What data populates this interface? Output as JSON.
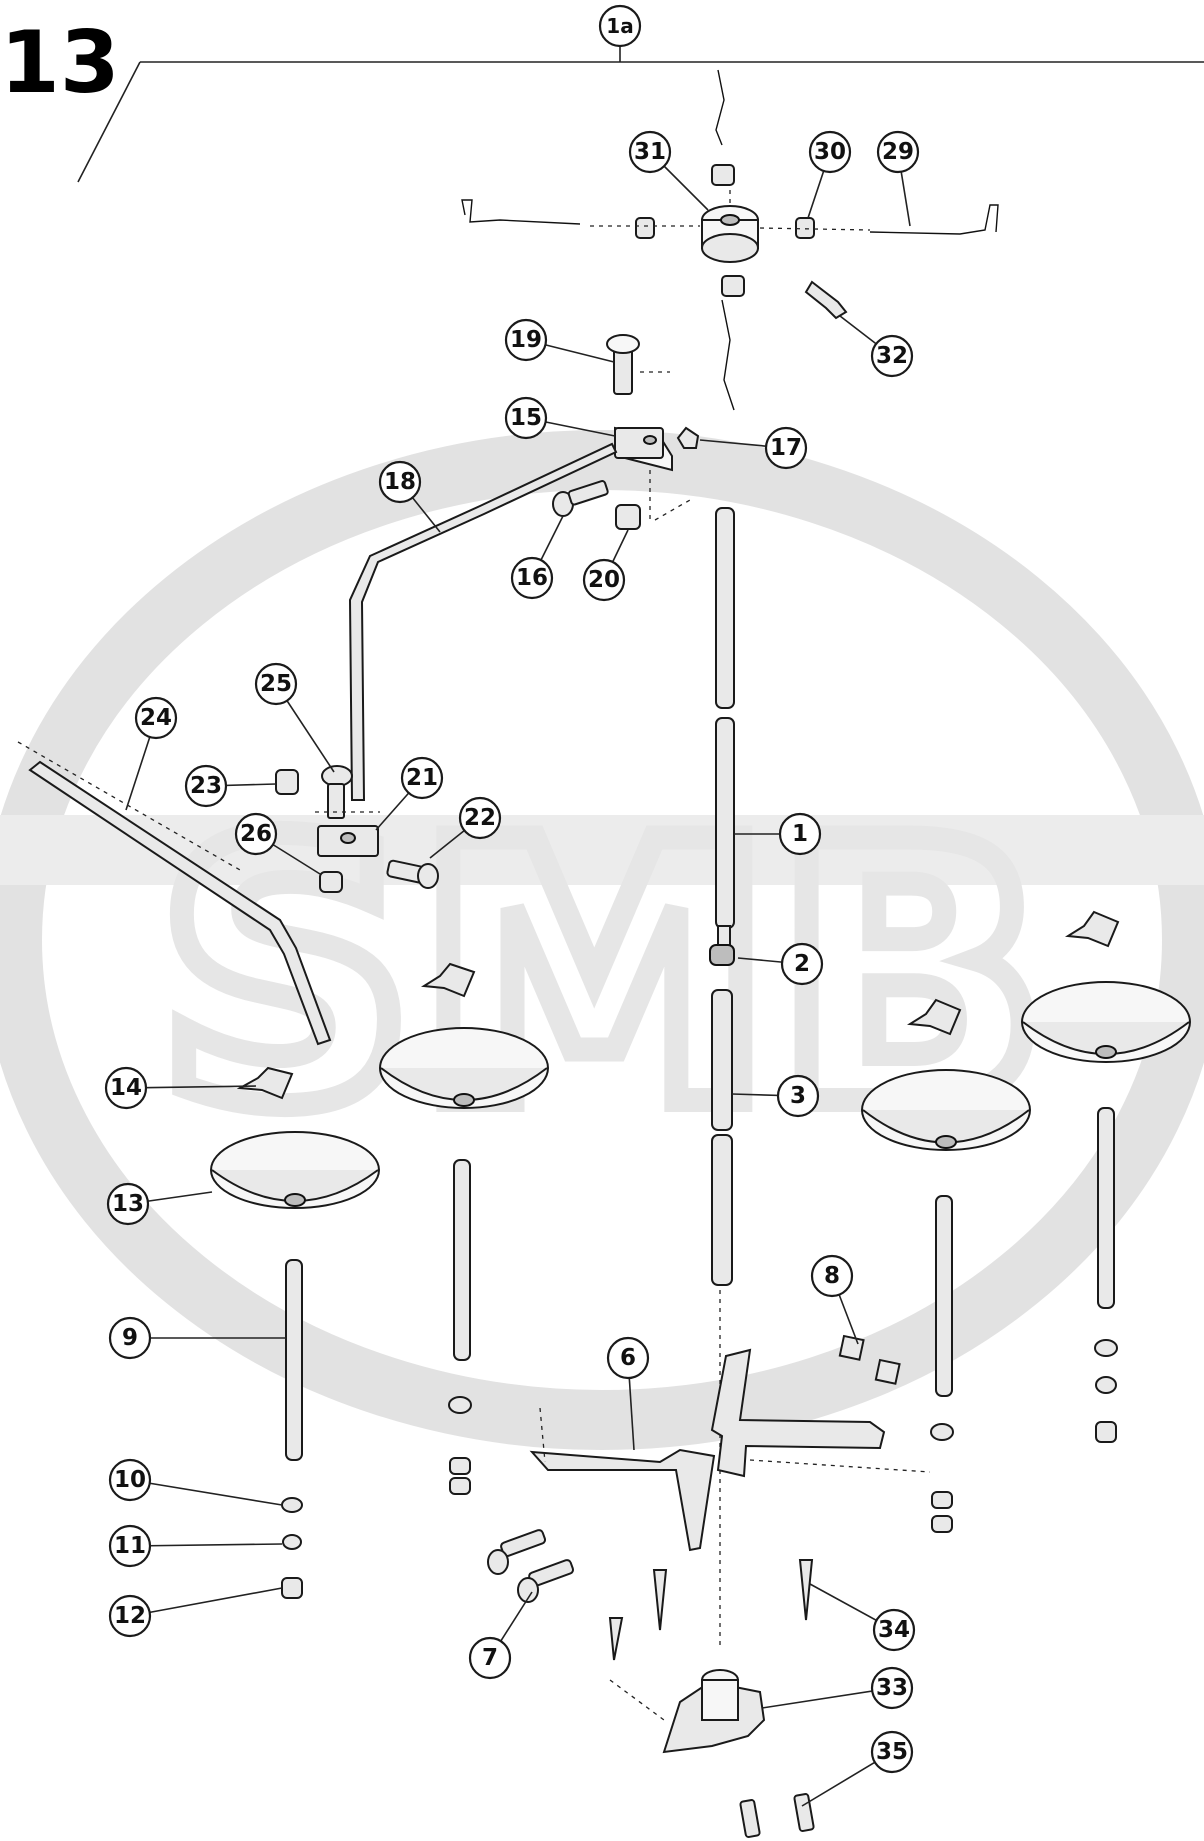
{
  "figure": {
    "page_number": "13",
    "assembly_callout": "1a",
    "watermark": {
      "text": "SMB",
      "color": "#e2e2e2"
    },
    "callouts": [
      {
        "id": "1",
        "label": "1"
      },
      {
        "id": "2",
        "label": "2"
      },
      {
        "id": "3",
        "label": "3"
      },
      {
        "id": "6",
        "label": "6"
      },
      {
        "id": "7",
        "label": "7"
      },
      {
        "id": "8",
        "label": "8"
      },
      {
        "id": "9",
        "label": "9"
      },
      {
        "id": "10",
        "label": "10"
      },
      {
        "id": "11",
        "label": "11"
      },
      {
        "id": "12",
        "label": "12"
      },
      {
        "id": "13",
        "label": "13"
      },
      {
        "id": "14",
        "label": "14"
      },
      {
        "id": "15",
        "label": "15"
      },
      {
        "id": "16",
        "label": "16"
      },
      {
        "id": "17",
        "label": "17"
      },
      {
        "id": "18",
        "label": "18"
      },
      {
        "id": "19",
        "label": "19"
      },
      {
        "id": "20",
        "label": "20"
      },
      {
        "id": "21",
        "label": "21"
      },
      {
        "id": "22",
        "label": "22"
      },
      {
        "id": "23",
        "label": "23"
      },
      {
        "id": "24",
        "label": "24"
      },
      {
        "id": "25",
        "label": "25"
      },
      {
        "id": "26",
        "label": "26"
      },
      {
        "id": "29",
        "label": "29"
      },
      {
        "id": "30",
        "label": "30"
      },
      {
        "id": "31",
        "label": "31"
      },
      {
        "id": "32",
        "label": "32"
      },
      {
        "id": "33",
        "label": "33"
      },
      {
        "id": "34",
        "label": "34"
      },
      {
        "id": "35",
        "label": "35"
      }
    ]
  }
}
